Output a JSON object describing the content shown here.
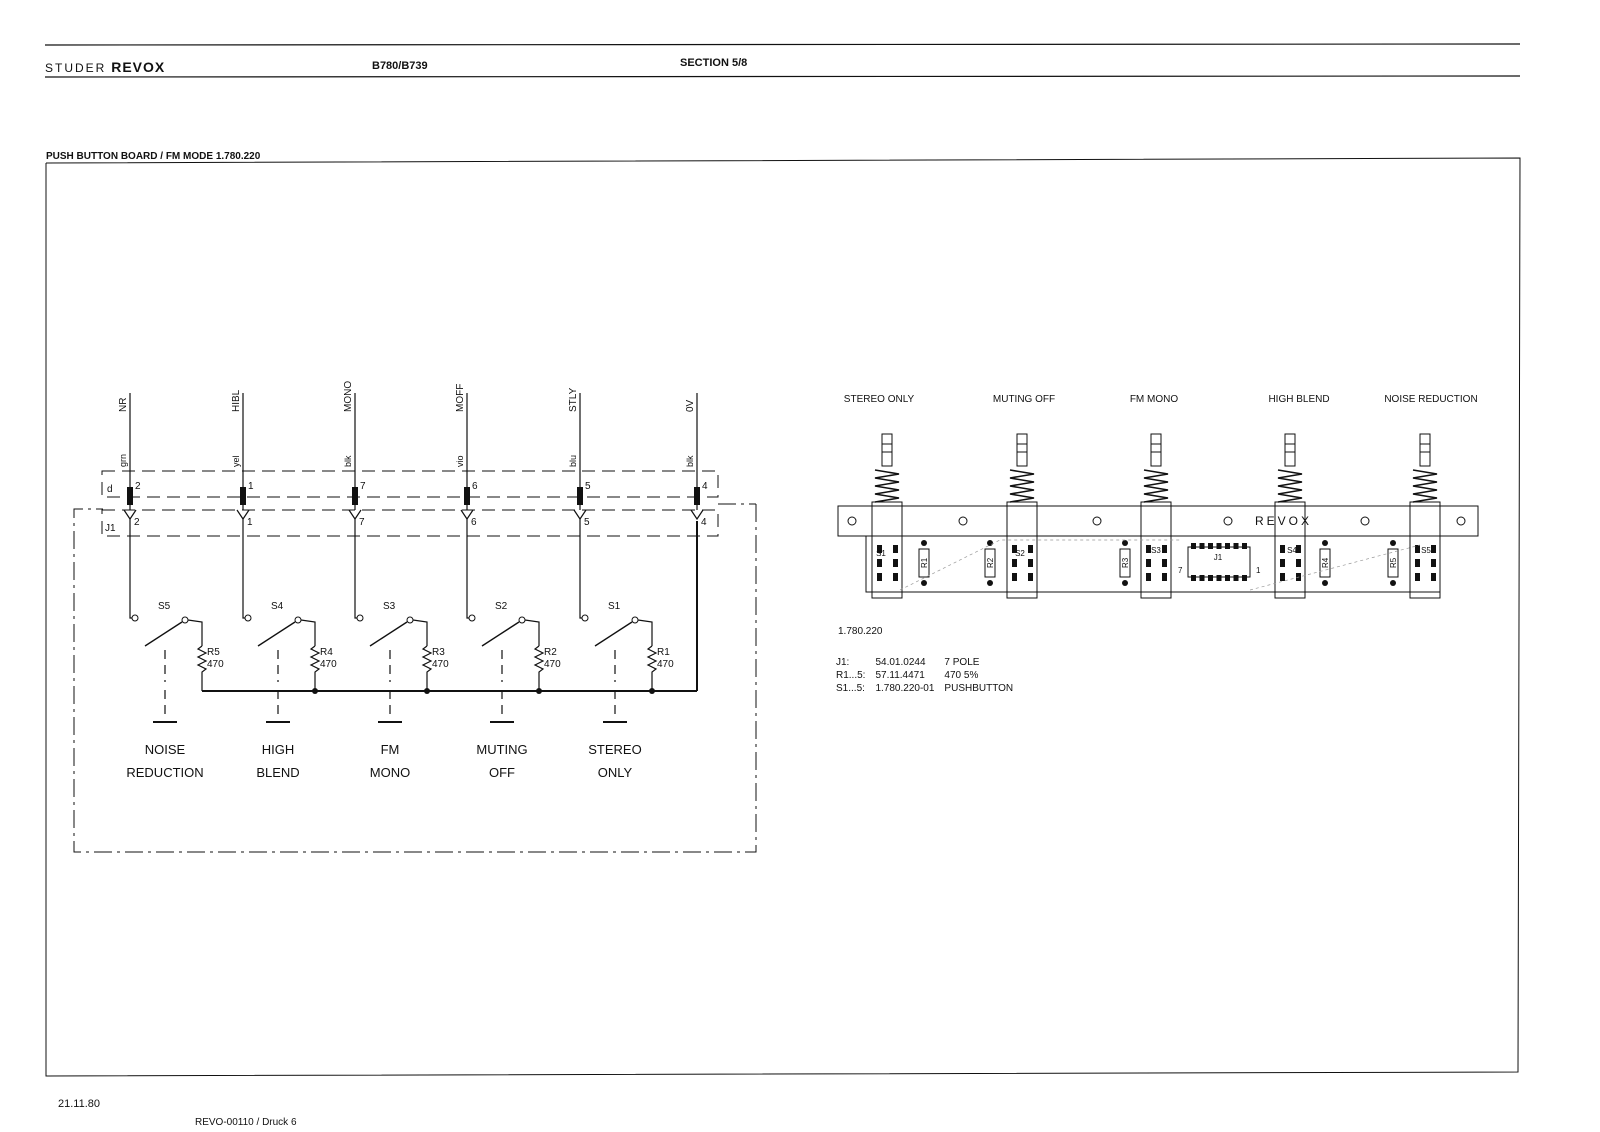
{
  "header": {
    "brand_studer": "STUDER",
    "brand_revox": "REVOX",
    "model": "B780/B739",
    "section": "SECTION 5/8"
  },
  "diagram": {
    "title": "PUSH BUTTON BOARD / FM MODE 1.780.220",
    "schematic": {
      "connector_labels": [
        "d",
        "J1"
      ],
      "channels": [
        {
          "signal": "NR",
          "wire": "grn",
          "pin": "2",
          "switch": "S5",
          "resistor": "R5",
          "value": "470",
          "function": [
            "NOISE",
            "REDUCTION"
          ]
        },
        {
          "signal": "HIBL",
          "wire": "yel",
          "pin": "1",
          "switch": "S4",
          "resistor": "R4",
          "value": "470",
          "function": [
            "HIGH",
            "BLEND"
          ]
        },
        {
          "signal": "MONO",
          "wire": "blk",
          "pin": "7",
          "switch": "S3",
          "resistor": "R3",
          "value": "470",
          "function": [
            "FM",
            "MONO"
          ]
        },
        {
          "signal": "MOFF",
          "wire": "vio",
          "pin": "6",
          "switch": "S2",
          "resistor": "R2",
          "value": "470",
          "function": [
            "MUTING",
            "OFF"
          ]
        },
        {
          "signal": "STLY",
          "wire": "blu",
          "pin": "5",
          "switch": "S1",
          "resistor": "R1",
          "value": "470",
          "function": [
            "STEREO",
            "ONLY"
          ]
        },
        {
          "signal": "0V",
          "wire": "blk",
          "pin": "4"
        }
      ]
    },
    "board": {
      "button_labels": [
        "STEREO ONLY",
        "MUTING OFF",
        "FM MONO",
        "HIGH BLEND",
        "NOISE REDUCTION"
      ],
      "component_labels": [
        "S1",
        "R1",
        "R2",
        "S2",
        "R3",
        "S3",
        "J1",
        "S4",
        "R4",
        "R5",
        "S5"
      ],
      "j1_pins": [
        "7",
        "1"
      ],
      "silkscreen": "REVOX"
    },
    "part_number": "1.780.220",
    "parts_list": [
      {
        "ref": "J1:",
        "number": "54.01.0244",
        "desc": "7 POLE"
      },
      {
        "ref": "R1...5:",
        "number": "57.11.4471",
        "desc": "470   5%"
      },
      {
        "ref": "S1...5:",
        "number": "1.780.220-01",
        "desc": "PUSHBUTTON"
      }
    ]
  },
  "footer": {
    "date": "21.11.80",
    "doc_ref": "REVO-00110 / Druck 6"
  }
}
